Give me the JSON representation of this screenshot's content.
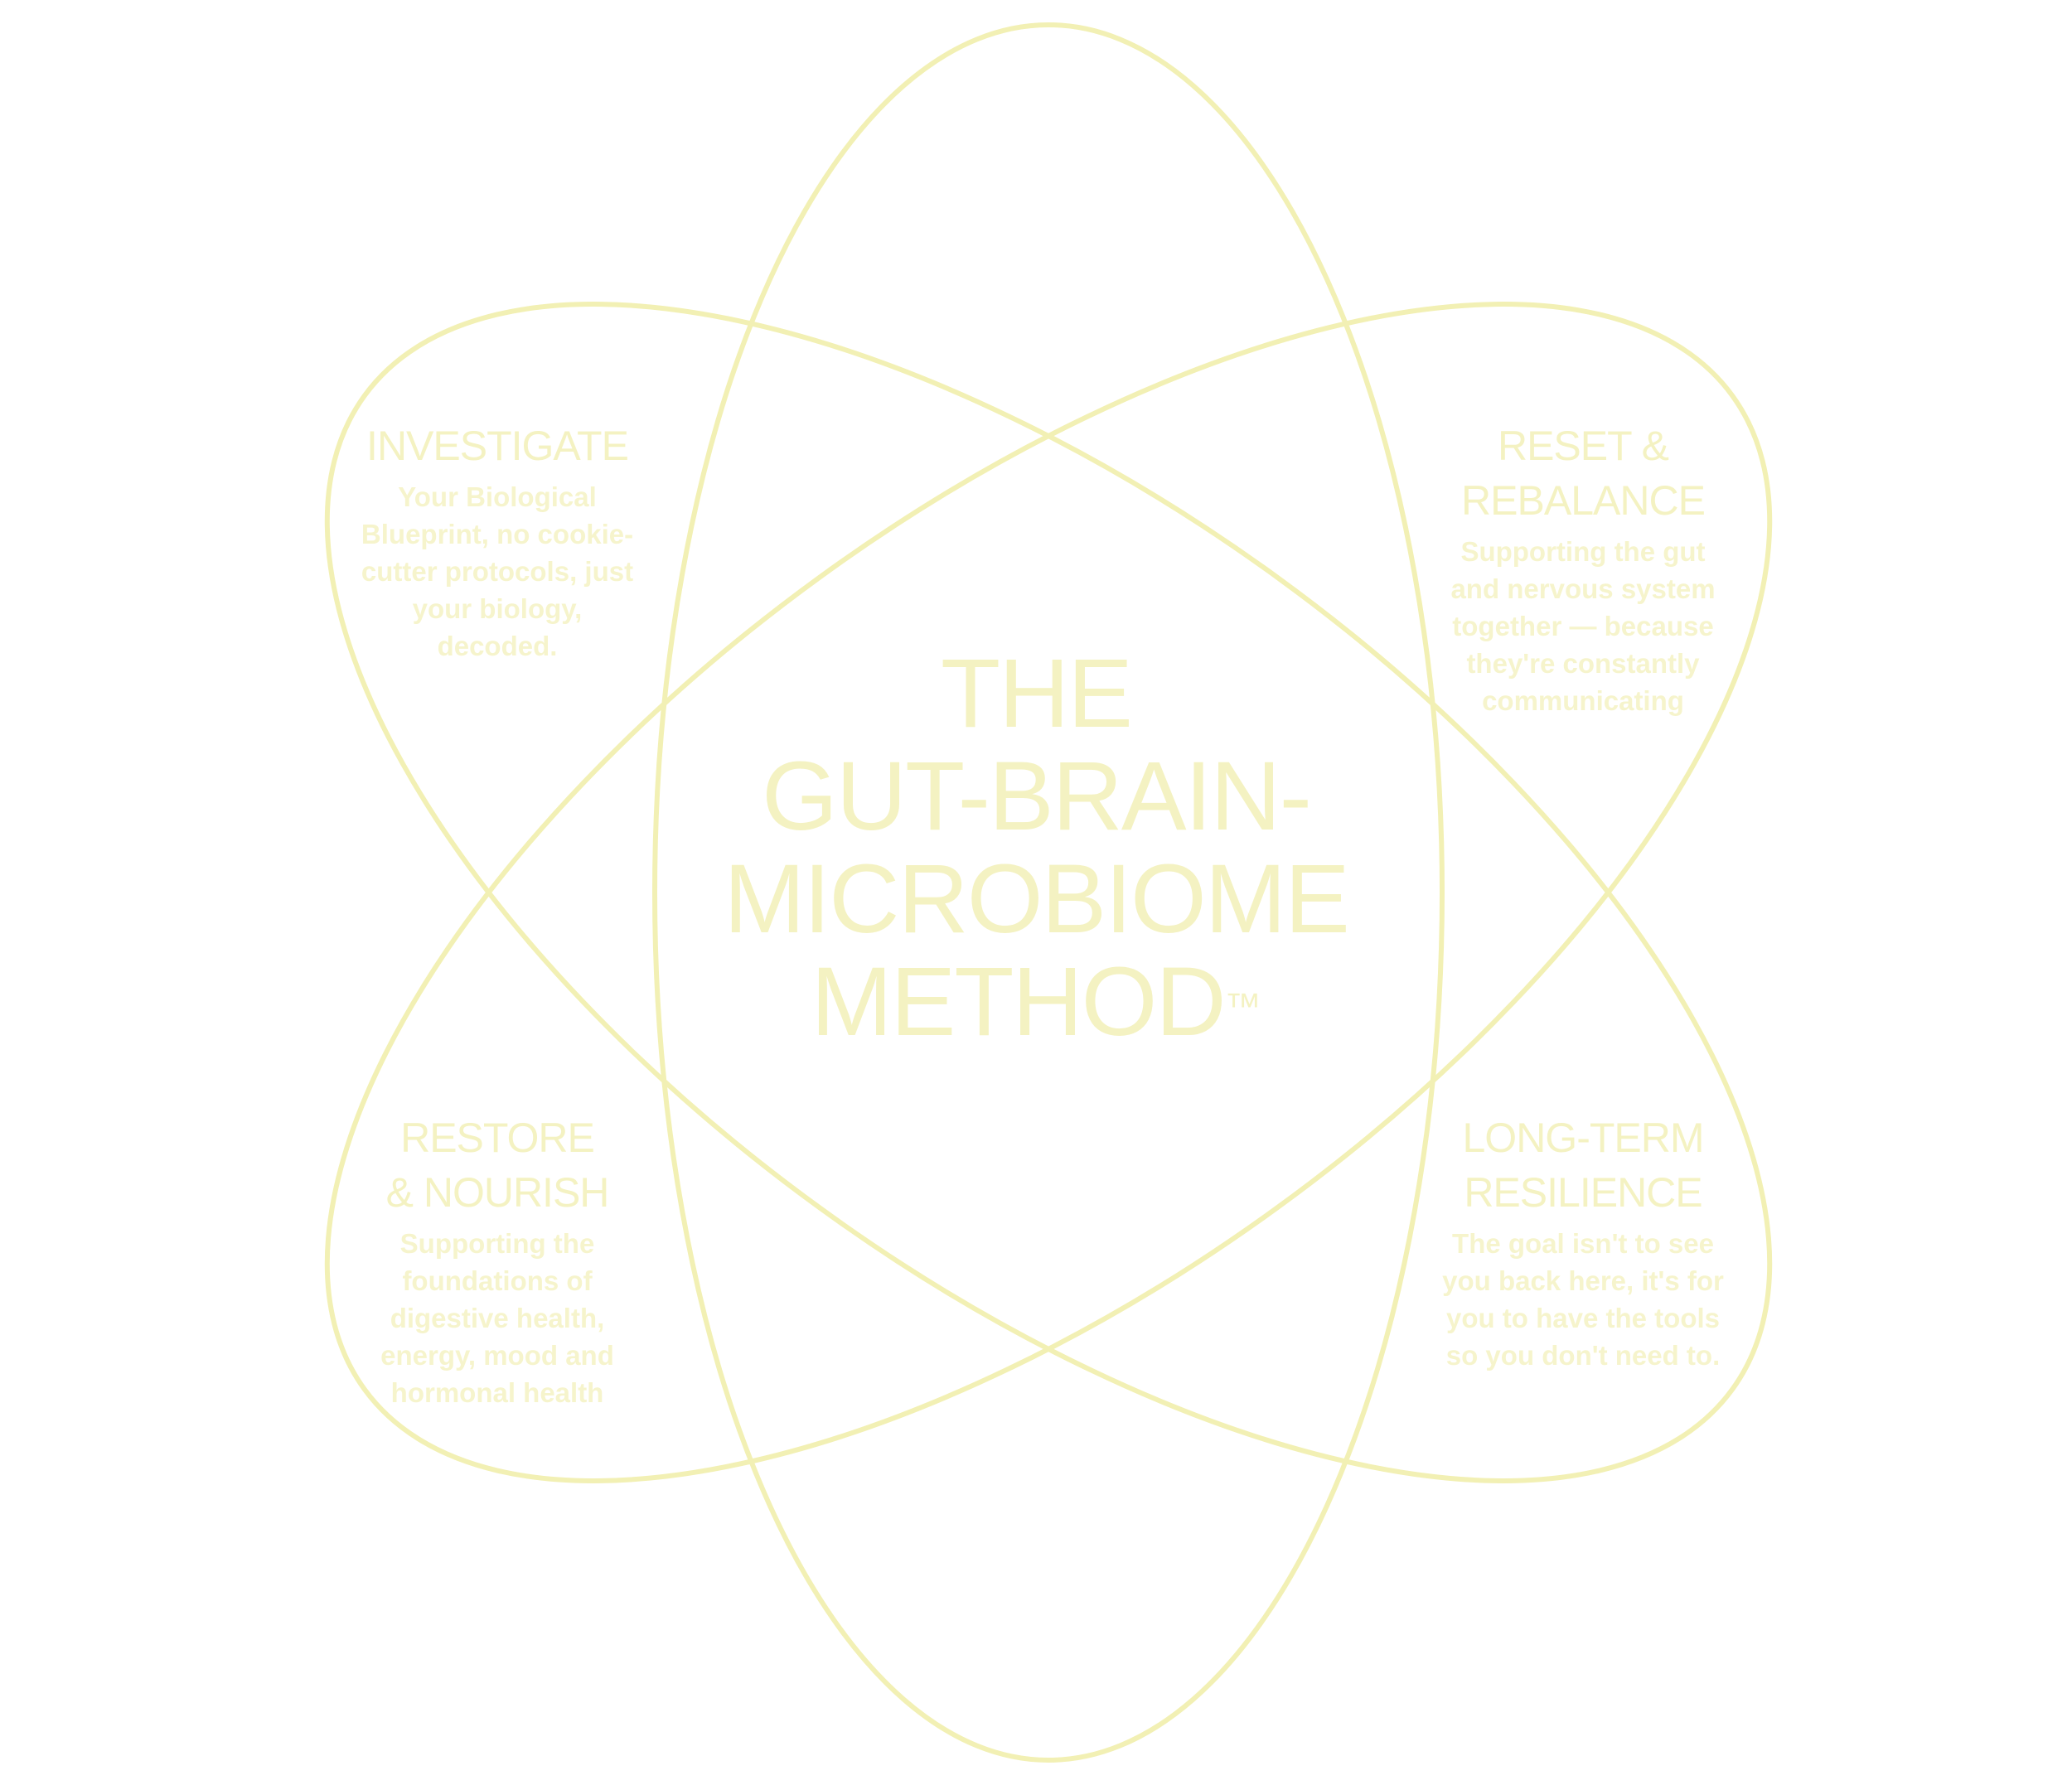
{
  "colors": {
    "background": "#ffffff",
    "orbit_stroke": "#f2f0b4",
    "text": "#f4f2c2"
  },
  "title": {
    "lines": [
      "THE",
      "GUT-BRAIN-",
      "MICROBIOME",
      "METHOD"
    ],
    "trademark": "™"
  },
  "stages": [
    {
      "heading": [
        "INVESTIGATE"
      ],
      "body": "Your Biological Blueprint, no cookie-cutter protocols, just your biology, decoded."
    },
    {
      "heading": [
        "RESET &",
        "REBALANCE"
      ],
      "body": "Supporting the gut and nervous system together — because they're constantly communicating"
    },
    {
      "heading": [
        "RESTORE",
        "& NOURISH"
      ],
      "body": "Supporting the foundations of digestive health, energy, mood and hormonal health"
    },
    {
      "heading": [
        "LONG-TERM",
        "RESILIENCE"
      ],
      "body": "The goal isn't to see you back here, it's for you to have the tools so you don't need to."
    }
  ]
}
